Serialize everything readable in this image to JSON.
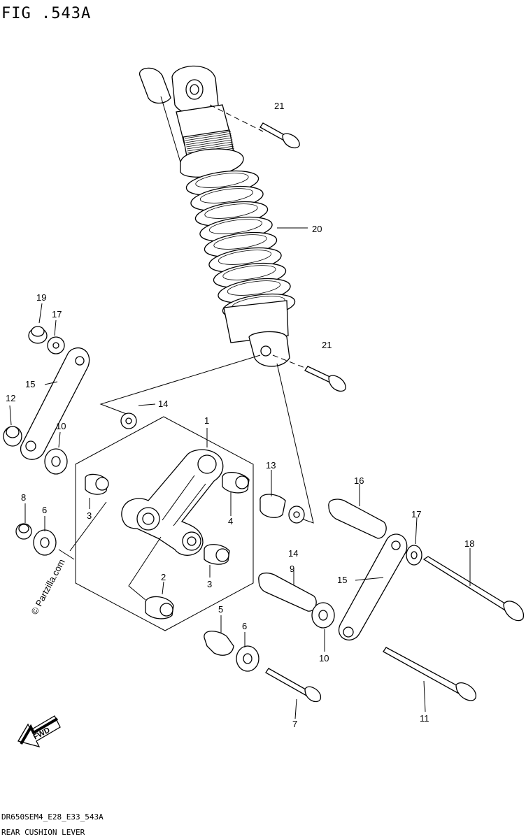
{
  "figure": {
    "title": "FIG .543A",
    "code": "DR650SEM4_E28_E33_543A",
    "name": "REAR CUSHION LEVER",
    "watermark": "© Partzilla.com",
    "fwd_label": "FWD"
  },
  "callouts": [
    {
      "id": "c1",
      "text": "1"
    },
    {
      "id": "c2",
      "text": "2"
    },
    {
      "id": "c3a",
      "text": "3"
    },
    {
      "id": "c3b",
      "text": "3"
    },
    {
      "id": "c4",
      "text": "4"
    },
    {
      "id": "c5",
      "text": "5"
    },
    {
      "id": "c6a",
      "text": "6"
    },
    {
      "id": "c6b",
      "text": "6"
    },
    {
      "id": "c7",
      "text": "7"
    },
    {
      "id": "c8",
      "text": "8"
    },
    {
      "id": "c9",
      "text": "9"
    },
    {
      "id": "c10a",
      "text": "10"
    },
    {
      "id": "c10b",
      "text": "10"
    },
    {
      "id": "c11",
      "text": "11"
    },
    {
      "id": "c12",
      "text": "12"
    },
    {
      "id": "c13",
      "text": "13"
    },
    {
      "id": "c14a",
      "text": "14"
    },
    {
      "id": "c14b",
      "text": "14"
    },
    {
      "id": "c15a",
      "text": "15"
    },
    {
      "id": "c15b",
      "text": "15"
    },
    {
      "id": "c16",
      "text": "16"
    },
    {
      "id": "c17a",
      "text": "17"
    },
    {
      "id": "c17b",
      "text": "17"
    },
    {
      "id": "c18",
      "text": "18"
    },
    {
      "id": "c19",
      "text": "19"
    },
    {
      "id": "c20",
      "text": "20"
    },
    {
      "id": "c21a",
      "text": "21"
    },
    {
      "id": "c21b",
      "text": "21"
    }
  ]
}
